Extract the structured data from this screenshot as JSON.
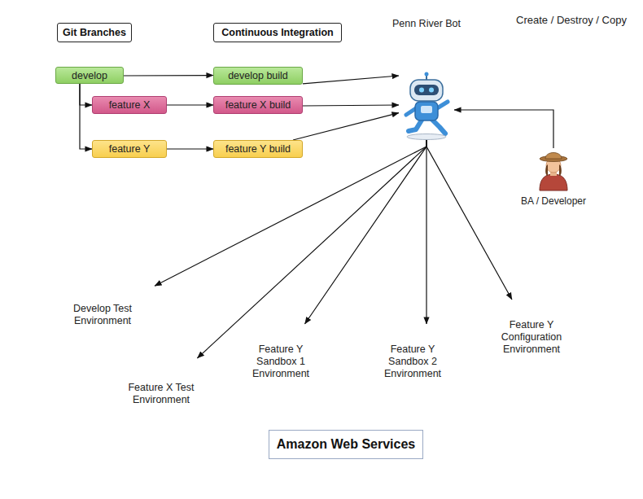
{
  "diagram": {
    "nodes": [
      {
        "text": [
          "Git Branches"
        ]
      },
      {
        "text": [
          "Continuous Integration"
        ]
      },
      {
        "text": [
          "develop"
        ]
      },
      {
        "text": [
          "develop build"
        ]
      },
      {
        "text": [
          "feature X"
        ]
      },
      {
        "text": [
          "feature X build"
        ]
      },
      {
        "text": [
          "feature Y"
        ]
      },
      {
        "text": [
          "feature Y build"
        ]
      },
      {
        "text": [
          "Penn River Bot"
        ]
      },
      {
        "text": [
          "Create / Destroy / Copy"
        ]
      },
      {
        "text": [
          "BA / Developer"
        ]
      },
      {
        "text": [
          "Amazon Web Services"
        ]
      },
      {
        "text": [
          "Develop Test Environment"
        ],
        "in": 11
      },
      {
        "text": [
          "Feature X Test Environment"
        ],
        "in": 11
      },
      {
        "text": [
          "Feature Y Sandbox 1 Environment"
        ],
        "in": 11
      },
      {
        "text": [
          "Feature Y Sandbox 2 Environment"
        ],
        "in": 11
      },
      {
        "text": [
          "Feature Y Configuration Environment"
        ],
        "in": 11
      }
    ],
    "edges": [
      {
        "from": 2,
        "to": 3,
        "arrow": "to"
      },
      {
        "from": 2,
        "to": 4,
        "arrow": "to"
      },
      {
        "from": 2,
        "to": 6,
        "arrow": "to"
      },
      {
        "from": 4,
        "to": 5,
        "arrow": "to"
      },
      {
        "from": 6,
        "to": 7,
        "arrow": "to"
      },
      {
        "from": 3,
        "to": 8,
        "arrow": "to"
      },
      {
        "from": 5,
        "to": 8,
        "arrow": "to"
      },
      {
        "from": 7,
        "to": 8,
        "arrow": "to"
      },
      {
        "from": 10,
        "to": 8,
        "arrow": "to"
      },
      {
        "from": 8,
        "to": 12,
        "arrow": "to"
      },
      {
        "from": 8,
        "to": 13,
        "arrow": "to"
      },
      {
        "from": 8,
        "to": 14,
        "arrow": "to"
      },
      {
        "from": 8,
        "to": 15,
        "arrow": "to"
      },
      {
        "from": 8,
        "to": 16,
        "arrow": "to"
      }
    ]
  }
}
